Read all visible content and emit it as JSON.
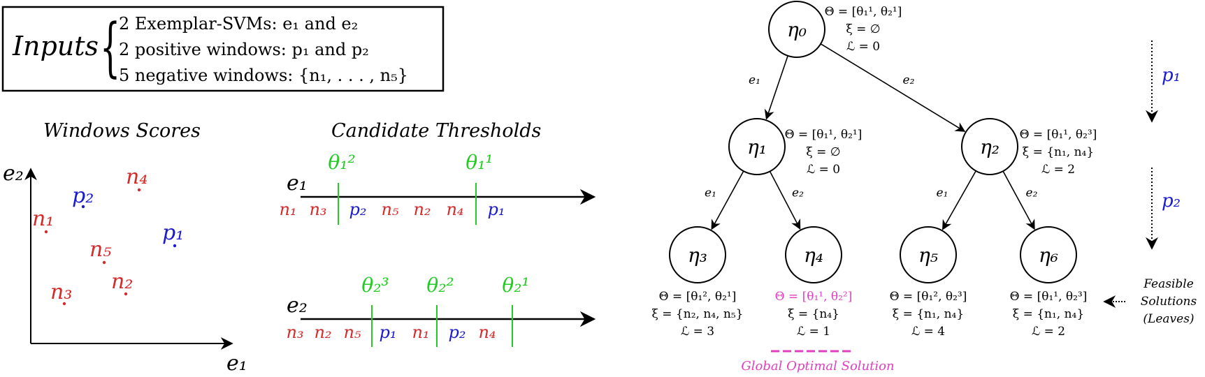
{
  "colors": {
    "negative": "#d42a2a",
    "positive": "#1a1ad0",
    "threshold": "#22cc22",
    "optimal": "#e040c0",
    "ink": "#000000"
  },
  "inputs": {
    "title": "Inputs",
    "lines": [
      "2 Exemplar-SVMs: e₁ and e₂",
      "2 positive windows: p₁ and p₂",
      "5 negative windows: {n₁, . . . , n₅}"
    ]
  },
  "scores_plot": {
    "title": "Windows Scores",
    "xlabel": "e₁",
    "ylabel": "e₂",
    "points": [
      {
        "label": "p₂",
        "kind": "positive"
      },
      {
        "label": "n₄",
        "kind": "negative"
      },
      {
        "label": "n₁",
        "kind": "negative"
      },
      {
        "label": "p₁",
        "kind": "positive"
      },
      {
        "label": "n₅",
        "kind": "negative"
      },
      {
        "label": "n₂",
        "kind": "negative"
      },
      {
        "label": "n₃",
        "kind": "negative"
      }
    ]
  },
  "thresholds": {
    "title": "Candidate Thresholds",
    "axes": [
      {
        "name": "e₁",
        "order": [
          {
            "label": "n₁",
            "kind": "negative"
          },
          {
            "label": "n₃",
            "kind": "negative"
          },
          {
            "label": "p₂",
            "kind": "positive"
          },
          {
            "label": "n₅",
            "kind": "negative"
          },
          {
            "label": "n₂",
            "kind": "negative"
          },
          {
            "label": "n₄",
            "kind": "negative"
          },
          {
            "label": "p₁",
            "kind": "positive"
          }
        ],
        "thresholds": [
          "θ₁²",
          "θ₁¹"
        ]
      },
      {
        "name": "e₂",
        "order": [
          {
            "label": "n₃",
            "kind": "negative"
          },
          {
            "label": "n₂",
            "kind": "negative"
          },
          {
            "label": "n₅",
            "kind": "negative"
          },
          {
            "label": "p₁",
            "kind": "positive"
          },
          {
            "label": "n₁",
            "kind": "negative"
          },
          {
            "label": "p₂",
            "kind": "positive"
          },
          {
            "label": "n₄",
            "kind": "negative"
          }
        ],
        "thresholds": [
          "θ₂³",
          "θ₂²",
          "θ₂¹"
        ]
      }
    ]
  },
  "tree": {
    "nodes": [
      {
        "id": "n0",
        "label": "η₀",
        "theta": "Θ = [θ₁¹, θ₂¹]",
        "xi": "ξ = ∅",
        "loss": "ℒ = 0"
      },
      {
        "id": "n1",
        "label": "η₁",
        "theta": "Θ = [θ₁¹, θ₂¹]",
        "xi": "ξ = ∅",
        "loss": "ℒ = 0"
      },
      {
        "id": "n2",
        "label": "η₂",
        "theta": "Θ = [θ₁¹, θ₂³]",
        "xi": "ξ = {n₁, n₄}",
        "loss": "ℒ = 2"
      },
      {
        "id": "n3",
        "label": "η₃",
        "theta": "Θ = [θ₁², θ₂¹]",
        "xi": "ξ = {n₂, n₄, n₅}",
        "loss": "ℒ = 3"
      },
      {
        "id": "n4",
        "label": "η₄",
        "theta": "Θ = [θ₁¹, θ₂²]",
        "xi": "ξ = {n₄}",
        "loss": "ℒ = 1",
        "optimal": true
      },
      {
        "id": "n5",
        "label": "η₅",
        "theta": "Θ = [θ₁², θ₂³]",
        "xi": "ξ = {n₁, n₄}",
        "loss": "ℒ = 4"
      },
      {
        "id": "n6",
        "label": "η₆",
        "theta": "Θ = [θ₁¹, θ₂³]",
        "xi": "ξ = {n₁, n₄}",
        "loss": "ℒ = 2"
      }
    ],
    "edges": [
      {
        "from": "n0",
        "to": "n1",
        "label": "e₁"
      },
      {
        "from": "n0",
        "to": "n2",
        "label": "e₂"
      },
      {
        "from": "n1",
        "to": "n3",
        "label": "e₁"
      },
      {
        "from": "n1",
        "to": "n4",
        "label": "e₂"
      },
      {
        "from": "n2",
        "to": "n5",
        "label": "e₁"
      },
      {
        "from": "n2",
        "to": "n6",
        "label": "e₂"
      }
    ],
    "levels": [
      "p₁",
      "p₂"
    ],
    "feasible_label": [
      "Feasible",
      "Solutions",
      "(Leaves)"
    ],
    "optimal_label": "Global Optimal Solution"
  }
}
